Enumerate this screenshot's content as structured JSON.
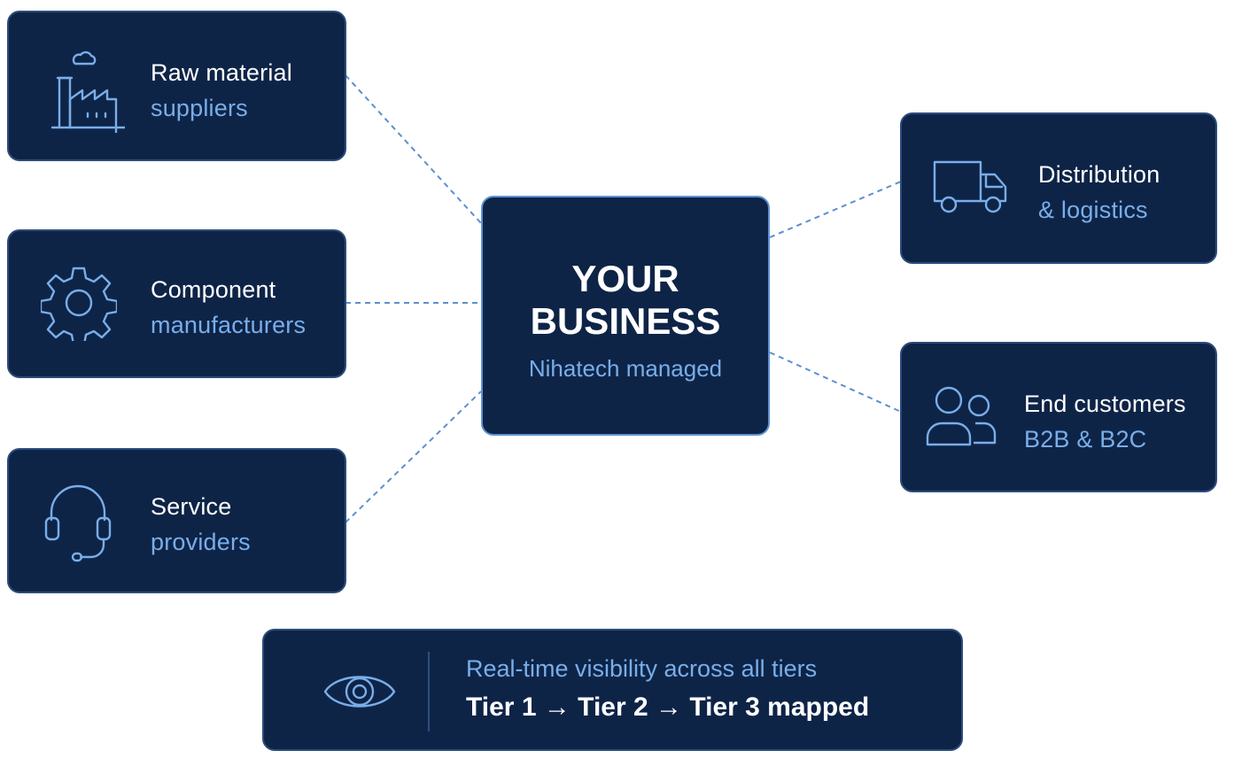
{
  "center": {
    "title_line1": "YOUR",
    "title_line2": "BUSINESS",
    "subtitle": "Nihatech managed"
  },
  "upstream": [
    {
      "line1": "Raw material",
      "line2": "suppliers",
      "icon": "factory-icon"
    },
    {
      "line1": "Component",
      "line2": "manufacturers",
      "icon": "gear-icon"
    },
    {
      "line1": "Service",
      "line2": "providers",
      "icon": "headset-icon"
    }
  ],
  "downstream": [
    {
      "line1": "Distribution",
      "line2": "& logistics",
      "icon": "truck-icon"
    },
    {
      "line1": "End customers",
      "line2": "B2B & B2C",
      "icon": "users-icon"
    }
  ],
  "footer": {
    "icon": "eye-icon",
    "line1": "Real-time visibility across all tiers",
    "line2": "Tier 1 → Tier 2 → Tier 3 mapped"
  },
  "colors": {
    "card_bg": "#0e2447",
    "accent_text": "#79aee9",
    "connector": "#5b8fd0",
    "icon_stroke": "#79aee9"
  }
}
